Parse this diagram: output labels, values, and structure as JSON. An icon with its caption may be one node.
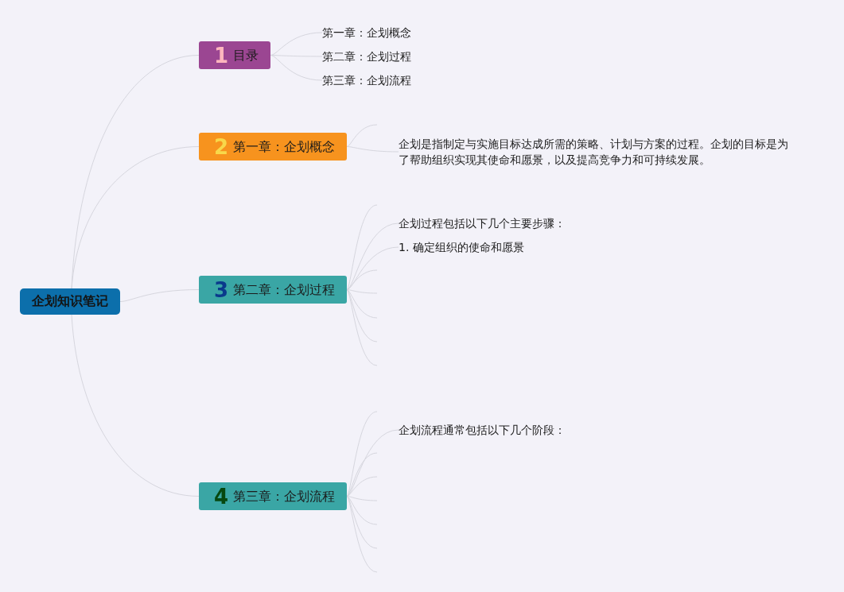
{
  "diagram": {
    "nodes": [
      {
        "text": [
          "企划知识笔记"
        ]
      },
      {
        "text": [
          "1",
          "目录"
        ]
      },
      {
        "text": [
          "第一章：企划概念"
        ]
      },
      {
        "text": [
          "第二章：企划过程"
        ]
      },
      {
        "text": [
          "第三章：企划流程"
        ]
      },
      {
        "text": [
          "2",
          "第一章：企划概念"
        ]
      },
      {
        "text": [
          "企划是指制定与实施目标达成所需的策略、计划与方案的过程。企划的目标是为了帮助组织实现其使命和愿景，以及提高竞争力和可持续发展。"
        ]
      },
      {
        "text": [
          "3",
          "第二章：企划过程"
        ]
      },
      {
        "text": [
          "企划过程包括以下几个主要步骤："
        ]
      },
      {
        "text": [
          "1. 确定组织的使命和愿景"
        ]
      },
      {
        "text": [
          "4",
          "第三章：企划流程"
        ]
      },
      {
        "text": [
          "企划流程通常包括以下几个阶段："
        ]
      }
    ],
    "edges": [
      {
        "from": 0,
        "to": 1,
        "arrow": "none"
      },
      {
        "from": 0,
        "to": 5,
        "arrow": "none"
      },
      {
        "from": 0,
        "to": 7,
        "arrow": "none"
      },
      {
        "from": 0,
        "to": 10,
        "arrow": "none"
      },
      {
        "from": 1,
        "to": 2,
        "arrow": "none"
      },
      {
        "from": 1,
        "to": 3,
        "arrow": "none"
      },
      {
        "from": 1,
        "to": 4,
        "arrow": "none"
      },
      {
        "from": 5,
        "to": null,
        "arrow": "none"
      },
      {
        "from": 5,
        "to": 6,
        "arrow": "none"
      },
      {
        "from": 7,
        "to": null,
        "arrow": "none"
      },
      {
        "from": 7,
        "to": 8,
        "arrow": "none"
      },
      {
        "from": 7,
        "to": 9,
        "arrow": "none"
      },
      {
        "from": 7,
        "to": null,
        "arrow": "none"
      },
      {
        "from": 7,
        "to": null,
        "arrow": "none"
      },
      {
        "from": 7,
        "to": null,
        "arrow": "none"
      },
      {
        "from": 7,
        "to": null,
        "arrow": "none"
      },
      {
        "from": 7,
        "to": null,
        "arrow": "none"
      },
      {
        "from": 10,
        "to": null,
        "arrow": "none"
      },
      {
        "from": 10,
        "to": 11,
        "arrow": "none"
      },
      {
        "from": 10,
        "to": null,
        "arrow": "none"
      },
      {
        "from": 10,
        "to": null,
        "arrow": "none"
      },
      {
        "from": 10,
        "to": null,
        "arrow": "none"
      },
      {
        "from": 10,
        "to": null,
        "arrow": "none"
      },
      {
        "from": 10,
        "to": null,
        "arrow": "none"
      },
      {
        "from": 10,
        "to": null,
        "arrow": "none"
      }
    ]
  }
}
